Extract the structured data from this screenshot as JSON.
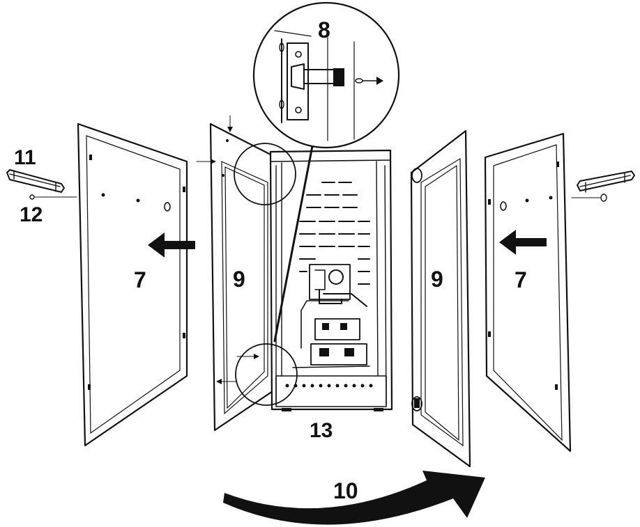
{
  "callouts": {
    "c7_left": "7",
    "c7_right": "7",
    "c8": "8",
    "c9_left": "9",
    "c9_right": "9",
    "c10": "10",
    "c11": "11",
    "c12": "12",
    "c13": "13"
  },
  "colors": {
    "ink": "#111111",
    "paper": "#ffffff"
  }
}
